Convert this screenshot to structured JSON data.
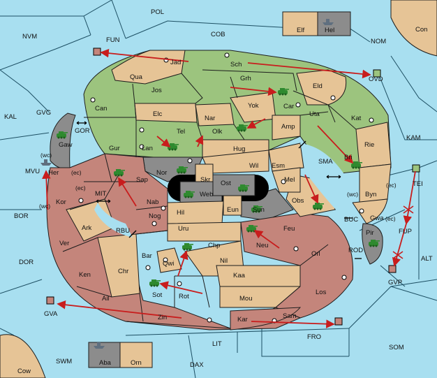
{
  "regions": {
    "POL": "POL",
    "COB": "COB",
    "NVM": "NVM",
    "FUN": "FUN",
    "NOM": "NOM",
    "Con": "Con",
    "Elf": "Elf",
    "Hel": "Hel",
    "KAL": "KAL",
    "GVG": "GVG",
    "OVD": "OVD",
    "KAM": "KAM",
    "MVU": "MVU",
    "BOR": "BOR",
    "DOR": "DOR",
    "ALT": "ALT",
    "GVA": "GVA",
    "GVP": "GVP",
    "SWM": "SWM",
    "Cow": "Cow",
    "Aba": "Aba",
    "Orn": "Orn",
    "DAX": "DAX",
    "LIT": "LIT",
    "FRO": "FRO",
    "SOM": "SOM",
    "Jad": "Jad",
    "Sch": "Sch",
    "Qua": "Qua",
    "Jos": "Jos",
    "Grh": "Grh",
    "Eld": "Eld",
    "Can": "Can",
    "Elc": "Elc",
    "Car": "Car",
    "Yok": "Yok",
    "Nar": "Nar",
    "Uta": "Uta",
    "Kat": "Kat",
    "Tel": "Tel",
    "Olk": "Olk",
    "Amp": "Amp",
    "Gur": "Gur",
    "Lan": "Lan",
    "Hug": "Hug",
    "Bri": "Bri",
    "Rie": "Rie",
    "GOR": "GOR",
    "Gaw": "Gaw",
    "SMA": "SMA",
    "Esm": "Esm",
    "Wil": "Wil",
    "Nor": "Nor",
    "Sap": "Sap",
    "Her": "Her",
    "Skr": "Skr",
    "Ost": "Ost",
    "Web": "Web",
    "Mel": "Mel",
    "Byn": "Byn",
    "TEI": "TEI",
    "Kor": "Kor",
    "MIT": "MIT",
    "Nab": "Nab",
    "Eun": "Eun",
    "Sun": "Sun",
    "Obs": "Obs",
    "Gwa": "Gwa",
    "Hil": "Hil",
    "Nog": "Nog",
    "Ark": "Ark",
    "RBU": "RBU",
    "Uru": "Uru",
    "Feu": "Feu",
    "BUC": "BUC",
    "Pir": "Pir",
    "FUP": "FUP",
    "Chp": "Chp",
    "Neu": "Neu",
    "Ver": "Ver",
    "Bar": "Bar",
    "Qwi": "Qwi",
    "Nil": "Nil",
    "Orl": "Orl",
    "ROD": "ROD",
    "Chr": "Chr",
    "Ken": "Ken",
    "Kaa": "Kaa",
    "Sot": "Sot",
    "Rot": "Rot",
    "Los": "Los",
    "Ail": "Ail",
    "Mou": "Mou",
    "Zin": "Zin",
    "Kar": "Kar",
    "Sam": "Sam"
  },
  "coast_labels": {
    "wc": "(wc)",
    "ec": "(ec)"
  }
}
